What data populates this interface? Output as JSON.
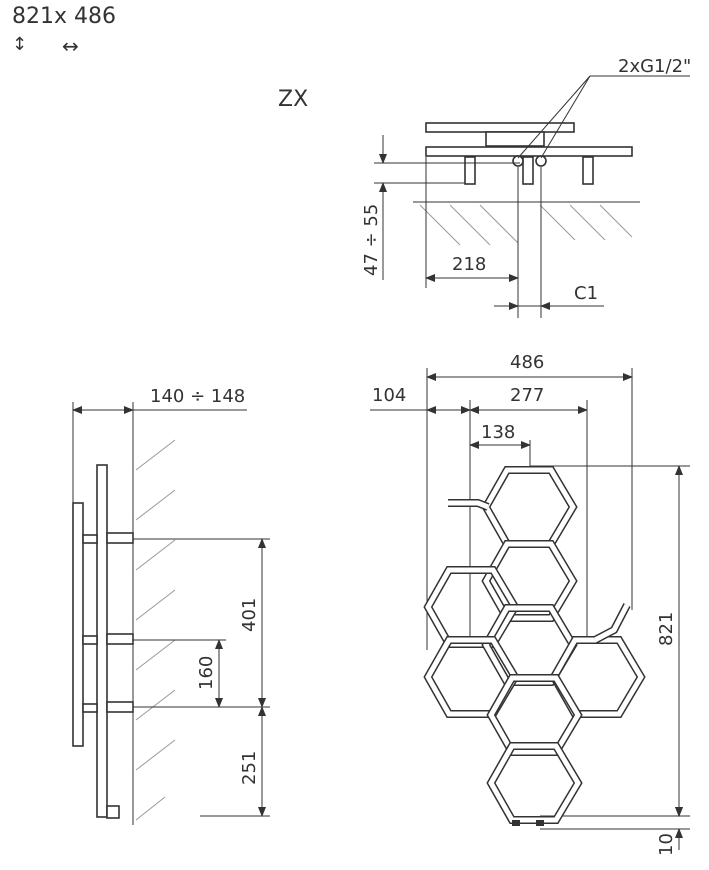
{
  "header": {
    "size": "821x 486",
    "height_icon": "↕",
    "width_icon": "↔"
  },
  "model": "ZX",
  "top_view": {
    "connection_label": "2xG1/2\"",
    "wall_distance": "47 ÷ 55",
    "offset": "218",
    "spacing": "C1"
  },
  "side_view": {
    "depth": "140 ÷ 148",
    "bracket_span": "401",
    "bracket_gap": "160",
    "bottom_height": "251"
  },
  "front_view": {
    "total_width": "486",
    "left_offset": "104",
    "width_277": "277",
    "width_138": "138",
    "total_height": "821",
    "floor_gap": "10"
  }
}
